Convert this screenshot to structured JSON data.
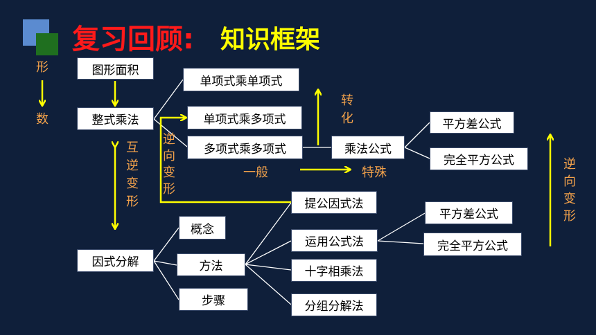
{
  "title": {
    "red": "复习回顾:",
    "yellow": "知识框架"
  },
  "colors": {
    "background": "#0f1f3a",
    "accent_orange": "#f3a24b",
    "arrow_yellow": "#ffff00",
    "title_red": "#ff1a1a",
    "logo_light": "#5b8bd0",
    "logo_green": "#1f6f1f"
  },
  "nodes": {
    "area": "图形面积",
    "poly_mult": "整式乘法",
    "factoring": "因式分解",
    "mono_mono": "单项式乘单项式",
    "mono_poly": "单项式乘多项式",
    "poly_poly": "多项式乘多项式",
    "mult_formula": "乘法公式",
    "diff_sq_1": "平方差公式",
    "perfect_sq_1": "完全平方公式",
    "concept": "概念",
    "method": "方法",
    "steps": "步骤",
    "common_factor": "提公因式法",
    "use_formula": "运用公式法",
    "cross_mult": "十字相乘法",
    "grouping": "分组分解法",
    "diff_sq_2": "平方差公式",
    "perfect_sq_2": "完全平方公式"
  },
  "labels": {
    "shape": "形",
    "number": "数",
    "mutual_1": "互",
    "mutual_2": "逆",
    "mutual_3": "变",
    "mutual_4": "形",
    "inverse_a1": "逆",
    "inverse_a2": "向",
    "inverse_a3": "变",
    "inverse_a4": "形",
    "transform_1": "转",
    "transform_2": "化",
    "general": "一般",
    "special": "特殊",
    "inverse_b1": "逆",
    "inverse_b2": "向",
    "inverse_b3": "变",
    "inverse_b4": "形"
  }
}
